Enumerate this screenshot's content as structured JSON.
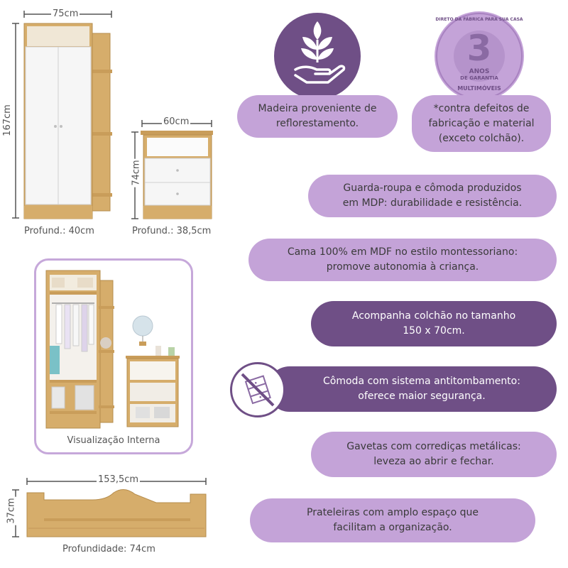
{
  "wardrobe": {
    "width_label": "75cm",
    "height_label": "167cm",
    "depth_label": "Profund.: 40cm"
  },
  "dresser": {
    "width_label": "60cm",
    "height_label": "74cm",
    "depth_label": "Profund.: 38,5cm"
  },
  "interior_view": {
    "caption": "Visualização Interna"
  },
  "bed": {
    "width_label": "153,5cm",
    "height_label": "37cm",
    "depth_label": "Profundidade: 74cm"
  },
  "warranty_badge": {
    "ring_top": "DIRETO DA FÁBRICA PARA SUA CASA",
    "years_number": "3",
    "years_word": "ANOS",
    "guarantee": "DE GARANTIA",
    "brand": "MULTIMÓVEIS"
  },
  "features": {
    "wood": "Madeira proveniente de\nreflorestamento.",
    "warranty_note": "*contra defeitos de\nfabricação e material\n(exceto colchão).",
    "mdp": "Guarda-roupa e cômoda produzidos\nem MDP: durabilidade e resistência.",
    "bed_mdf": "Cama 100% em MDF no estilo montessoriano:\npromove autonomia à criança.",
    "mattress": "Acompanha colchão no tamanho\n150 x 70cm.",
    "anti_tip": "Cômoda com sistema antitombamento:\noferece maior segurança.",
    "drawers": "Gavetas com corrediças metálicas:\nleveza ao abrir e fechar.",
    "shelves": "Prateleiras com amplo espaço que\nfacilitam a organização."
  },
  "colors": {
    "light_purple": "#c4a3d8",
    "dark_purple": "#6f4f86",
    "wood": "#d6ad6b",
    "white_panel": "#f4f4f4"
  },
  "icons": [
    "plant-in-hand-icon",
    "no-tipping-icon"
  ]
}
